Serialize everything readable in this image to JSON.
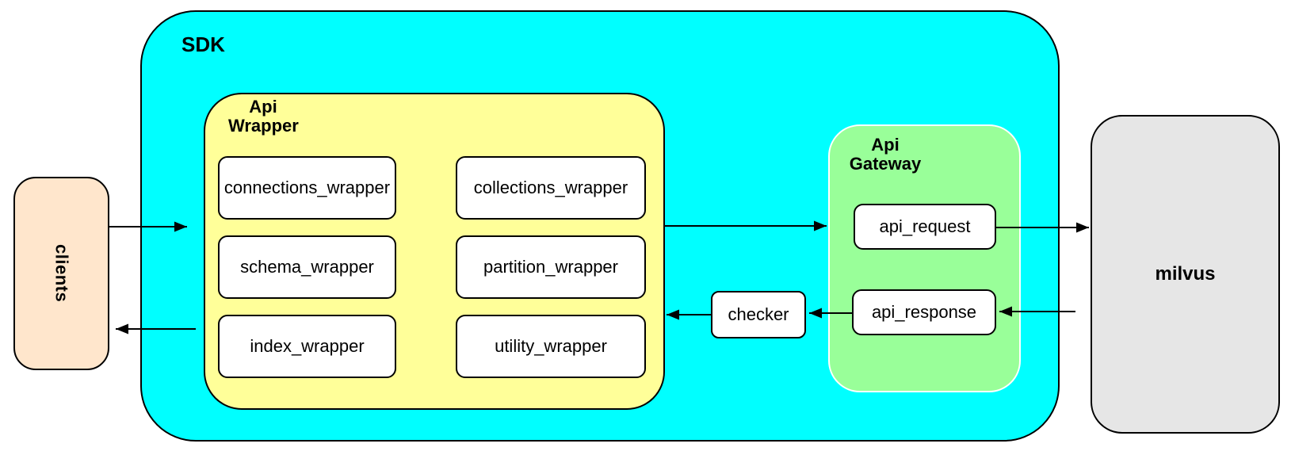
{
  "diagram": {
    "clients": {
      "label": "clients",
      "fill": "#FFE6CC"
    },
    "sdk": {
      "label": "SDK",
      "fill": "#00FFFF"
    },
    "api_wrapper": {
      "label_line1": "Api",
      "label_line2": "Wrapper",
      "fill": "#FFFF99",
      "modules": [
        "connections_wrapper",
        "collections_wrapper",
        "schema_wrapper",
        "partition_wrapper",
        "index_wrapper",
        "utility_wrapper"
      ]
    },
    "checker": {
      "label": "checker",
      "fill": "#FFFFFF"
    },
    "api_gateway": {
      "label_line1": "Api",
      "label_line2": "Gateway",
      "fill": "#99FF99",
      "request_label": "api_request",
      "response_label": "api_response"
    },
    "milvus": {
      "label": "milvus",
      "fill": "#E6E6E6"
    },
    "colors": {
      "module_fill": "#FFFFFF",
      "border": "#000000",
      "arrow": "#000000",
      "gateway_border": "#FFFFFF"
    },
    "edges": [
      {
        "from": "clients",
        "to": "api_wrapper",
        "direction": "right"
      },
      {
        "from": "api_wrapper",
        "to": "clients",
        "direction": "left"
      },
      {
        "from": "api_wrapper",
        "to": "api_gateway",
        "direction": "right"
      },
      {
        "from": "api_request",
        "to": "milvus",
        "direction": "right"
      },
      {
        "from": "milvus",
        "to": "api_response",
        "direction": "left"
      },
      {
        "from": "api_response",
        "to": "checker",
        "direction": "left"
      },
      {
        "from": "checker",
        "to": "api_wrapper",
        "direction": "left"
      }
    ]
  }
}
